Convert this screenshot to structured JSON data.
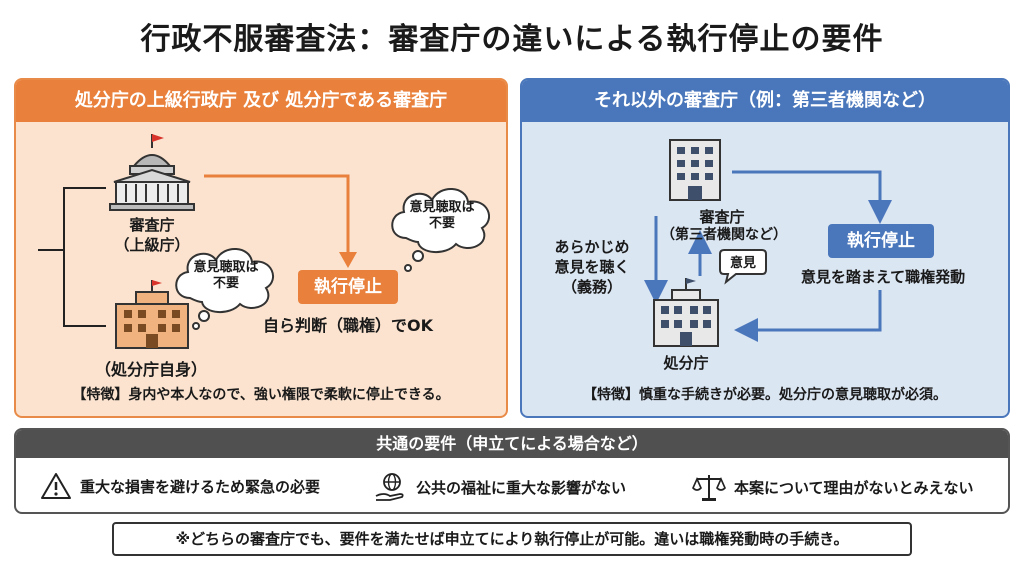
{
  "title": "行政不服審査法：審査庁の違いによる執行停止の要件",
  "left": {
    "header": "処分庁の上級行政庁 及び 処分庁である審査庁",
    "upper_line1": "審査庁",
    "upper_line2": "（上級庁）",
    "self_label": "（処分庁自身）",
    "bubble1_line1": "意見聴取は",
    "bubble1_line2": "不要",
    "bubble2_line1": "意見聴取は",
    "bubble2_line2": "不要",
    "box": "執行停止",
    "decision": "自ら判断（職権）でOK",
    "feature": "【特徴】身内や本人なので、強い権限で柔軟に停止できる。"
  },
  "right": {
    "header": "それ以外の審査庁（例：第三者機関など）",
    "agency_line1": "審査庁",
    "agency_line2": "（第三者機関など）",
    "pre_line1": "あらかじめ",
    "pre_line2": "意見を聴く",
    "pre_line3": "（義務）",
    "opinion": "意見",
    "disposer": "処分庁",
    "box": "執行停止",
    "action": "意見を踏まえて職権発動",
    "feature": "【特徴】慎重な手続きが必要。処分庁の意見聴取が必須。"
  },
  "common": {
    "header": "共通の要件（申立てによる場合など）",
    "items": [
      {
        "icon": "warning-icon",
        "text": "重大な損害を避けるため緊急の必要"
      },
      {
        "icon": "globe-hand-icon",
        "text": "公共の福祉に重大な影響がない"
      },
      {
        "icon": "scales-icon",
        "text": "本案について理由がないとみえない"
      }
    ]
  },
  "note": "※どちらの審査庁でも、要件を満たせば申立てにより執行停止が可能。違いは職権発動時の手続き。",
  "colors": {
    "orange": "#e9803b",
    "orange_bg": "#fbe3cf",
    "blue": "#4a77bb",
    "blue_bg": "#dbe6f3",
    "dark_header": "#505050"
  }
}
